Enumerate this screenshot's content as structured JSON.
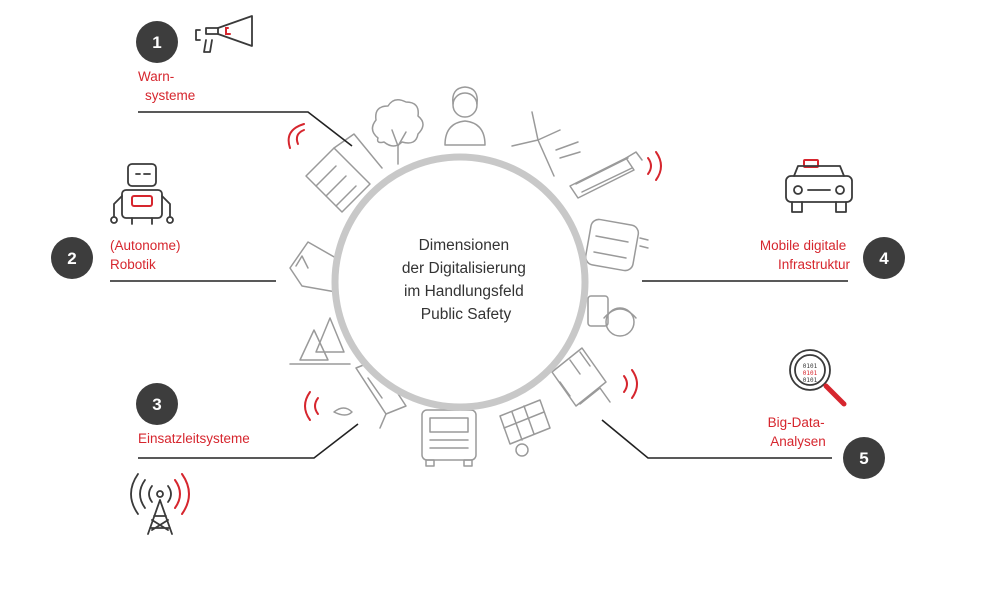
{
  "center": {
    "lines": [
      "Dimensionen",
      "der Digitalisierung",
      "im Handlungsfeld",
      "Public Safety"
    ]
  },
  "items": [
    {
      "number": "1",
      "label_lines": [
        "Warn-",
        "systeme"
      ],
      "icon": "megaphone-icon"
    },
    {
      "number": "2",
      "label_lines": [
        "(Autonome)",
        "Robotik"
      ],
      "icon": "robot-icon"
    },
    {
      "number": "3",
      "label_lines": [
        "Einsatzleitsysteme"
      ],
      "icon": "radio-tower-icon"
    },
    {
      "number": "4",
      "label_lines": [
        "Mobile digitale",
        "Infrastruktur"
      ],
      "icon": "police-car-icon"
    },
    {
      "number": "5",
      "label_lines": [
        "Big-Data-",
        "Analysen"
      ],
      "icon": "magnifier-data-icon"
    }
  ],
  "colors": {
    "accent": "#d6262e",
    "badge": "#3d3d3d",
    "ring": "#c8c8c8",
    "icon": "#3a3a3a",
    "ring_icons": "#9a9a9a"
  }
}
